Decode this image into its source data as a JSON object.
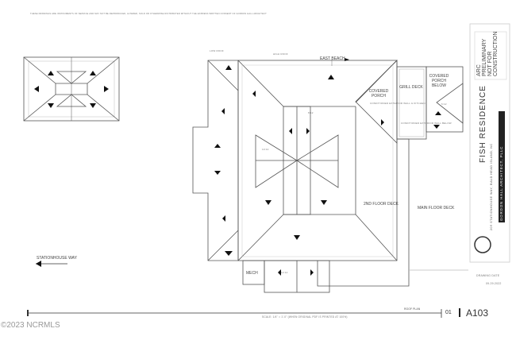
{
  "disclaimer": "THESE DRAWINGS ARE INSTRUMENTS OF SERVICE AND MAY NOT BE REPRODUCED, ALTERED, SOLD OR OTHERWISE DISTRIBUTED WITHOUT THE EXPRESS WRITTEN CONSENT OF GORDON HALL ARCHITECT",
  "plan_labels": {
    "east_beach": "EAST BEACH",
    "covered_porch": "COVERED PORCH",
    "grill_deck": "GRILL DECK",
    "covered_porch_below": "COVERED PORCH BELOW",
    "second_floor_deck": "2ND FLOOR DECK",
    "main_floor_deck": "MAIN FLOOR DECK",
    "mech": "MECH",
    "stationhouse_way": "STATIONHOUSE WAY",
    "low_roof": "LOW ROOF",
    "high_roof": "HIGH ROOF",
    "conditioned_note": "CONDITIONED EXTERIOR WALL & KITCHEN",
    "conditioned_below": "CONDITIONED EXTERIOR WALL BELOW"
  },
  "pitches": [
    "8:12",
    "10:12",
    "12:12",
    "6:12"
  ],
  "title_block": {
    "stamp": [
      "ARC",
      "PRELIMINARY",
      "NOT FOR",
      "CONSTRUCTION"
    ],
    "project": "FISH RESIDENCE",
    "address": "209 STATIONHOUSE WAY, BALD HEAD ISLAND, NC",
    "firm": "GORDON HALL ARCHITECT, PLLC",
    "drawing_date_label": "DRAWING DATE",
    "drawing_date": "09.29.2022"
  },
  "footer": {
    "sheet_title": "ROOF PLAN",
    "scale": "SCALE: 1/4\" = 1'-0\" (WHEN ORIGINAL PDF IS PRINTED AT 100%)",
    "drawing_number": "01",
    "sheet_number": "A103"
  },
  "watermark": "©2023 NCRMLS"
}
